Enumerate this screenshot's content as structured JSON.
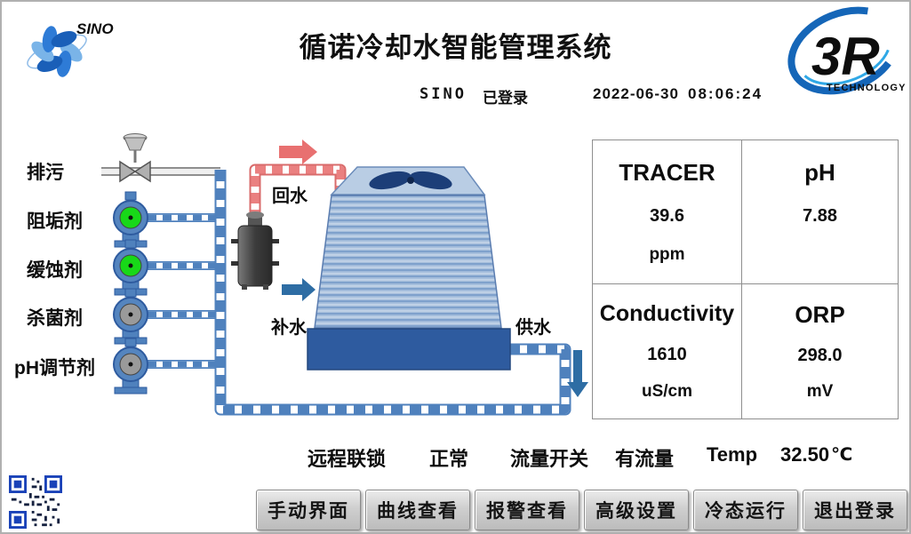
{
  "header": {
    "brand": "SINO",
    "title": "循诺冷却水智能管理系统",
    "user": "SINO",
    "login_status": "已登录",
    "date": "2022-06-30",
    "time": "08:06:24",
    "logo_3r": "3R",
    "logo_3r_sub": "TECHNOLOGY"
  },
  "diagram": {
    "labels": {
      "blowdown": "排污",
      "scale_inhibitor": "阻垢剂",
      "corrosion_inhibitor": "缓蚀剂",
      "biocide": "杀菌剂",
      "ph_adjuster": "pH调节剂",
      "return_water": "回水",
      "makeup_water": "补水",
      "supply_water": "供水"
    },
    "pump_states": [
      "on",
      "on",
      "off",
      "off"
    ],
    "colors": {
      "pipe_blue": "#4f81bd",
      "pipe_red": "#ea8080",
      "pump_on": "#18d818",
      "pump_off": "#9a9a9a",
      "basin_blue": "#2e5b9f"
    }
  },
  "readings": {
    "cells": [
      {
        "name": "TRACER",
        "value": "39.6",
        "unit": "ppm"
      },
      {
        "name": "pH",
        "value": "7.88",
        "unit": ""
      },
      {
        "name": "Conductivity",
        "value": "1610",
        "unit": "uS/cm"
      },
      {
        "name": "ORP",
        "value": "298.0",
        "unit": "mV"
      }
    ]
  },
  "status_bar": {
    "interlock_label": "远程联锁",
    "interlock_value": "正常",
    "flow_label": "流量开关",
    "flow_value": "有流量",
    "temp_label": "Temp",
    "temp_value": "32.50",
    "temp_unit": "℃"
  },
  "buttons": [
    {
      "label": "手动界面"
    },
    {
      "label": "曲线查看"
    },
    {
      "label": "报警查看"
    },
    {
      "label": "高级设置"
    },
    {
      "label": "冷态运行"
    },
    {
      "label": "退出登录"
    }
  ]
}
